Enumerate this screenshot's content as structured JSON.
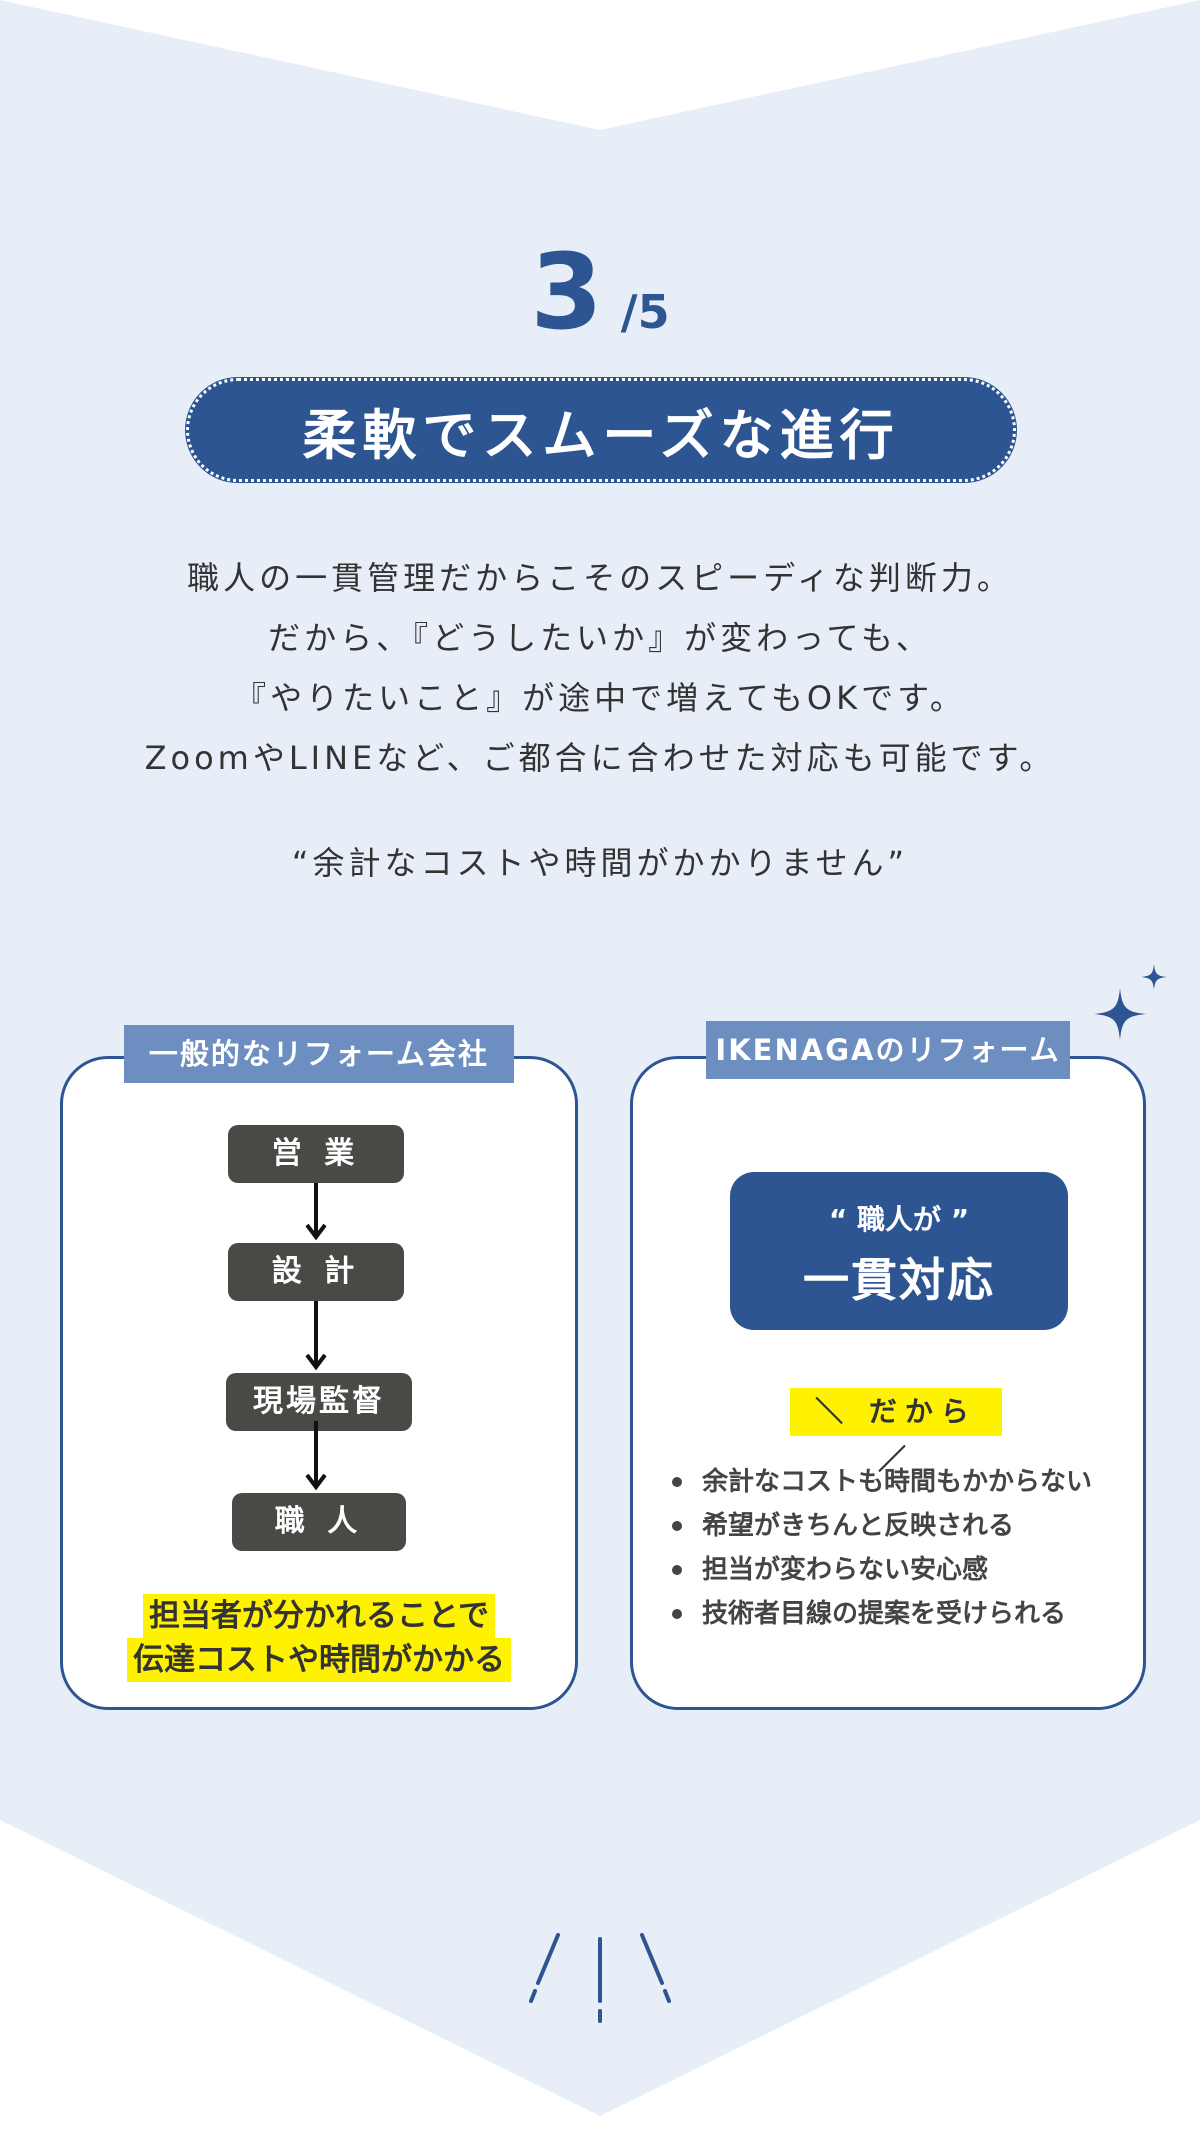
{
  "step": {
    "number": "3",
    "total": "/5"
  },
  "title": "柔軟でスムーズな進行",
  "intro_lines": [
    "職人の一貫管理だからこそのスピーディな判断力。",
    "だから、『どうしたいか』が変わっても、",
    "『やりたいこと』が途中で増えてもOKです。",
    "ZoomやLINEなど、ご都合に合わせた対応も可能です。"
  ],
  "quote": "“余計なコストや時間がかかりません”",
  "left_card": {
    "label": "一般的なリフォーム会社",
    "flow": [
      "営 業",
      "設 計",
      "現場監督",
      "職 人"
    ],
    "note_lines": [
      "担当者が分かれることで",
      "伝達コストや時間がかかる"
    ]
  },
  "right_card": {
    "label": "IKENAGAのリフォーム",
    "badge_sub": "“ 職人が ”",
    "badge_main": "一貫対応",
    "dakara": "＼ だから ／",
    "benefits": [
      "余計なコストも時間もかからない",
      "希望がきちんと反映される",
      "担当が変わらない安心感",
      "技術者目線の提案を受けられる"
    ]
  },
  "colors": {
    "background": "#e8eef8",
    "primary": "#2c5591",
    "label": "#6d8ec0",
    "flow_box": "#474a45",
    "highlight": "#fff200"
  },
  "icons": [
    "sparkle-icon",
    "burst-lines-icon",
    "arrow-down-icon"
  ]
}
